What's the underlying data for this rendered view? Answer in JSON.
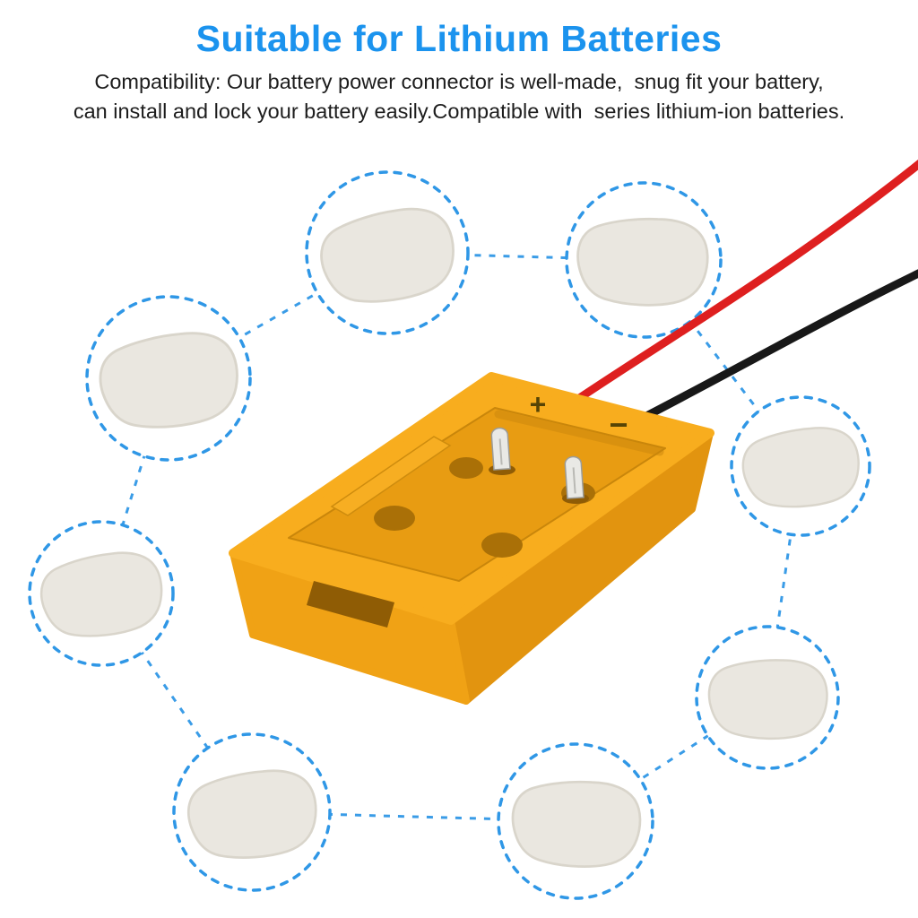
{
  "header": {
    "title": "Suitable for Lithium Batteries",
    "description_line1": "Compatibility: Our battery power connector is well-made,  snug fit your battery,",
    "description_line2": "can install and lock your battery easily.Compatible with  series lithium-ion batteries."
  },
  "product": {
    "name": "battery power connector adapter",
    "plus_mark": "+",
    "minus_mark": "−",
    "wire_colors": [
      "red",
      "black"
    ],
    "battery_placeholder_count": 8
  },
  "colors": {
    "title_blue": "#1B93EE",
    "circle_blue": "#2F97E6",
    "text_dark": "#1D1D1D",
    "battery_gray": "#EAE7E0",
    "battery_gray_edge": "#D9D5CB",
    "adapter_top": "#F8AD1E",
    "adapter_side": "#E2940F",
    "adapter_front": "#F0A215",
    "adapter_recess": "#E89C12",
    "adapter_hole": "#AA7007",
    "adapter_slot_dark": "#8F5C05",
    "metal": "#E9E9E5",
    "metal_edge": "#9C9C98",
    "wire_red": "#DE1F1F",
    "wire_black": "#181818",
    "mark_dark": "#564405"
  }
}
